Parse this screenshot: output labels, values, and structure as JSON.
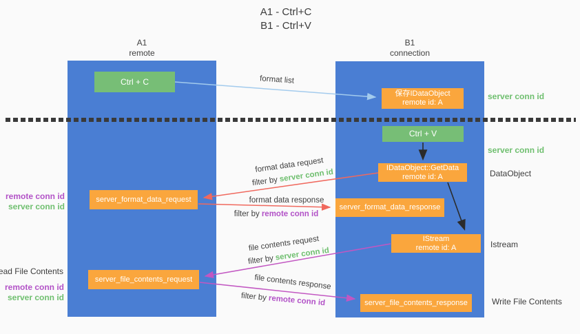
{
  "title": {
    "line1": "A1 - Ctrl+C",
    "line2": "B1 - Ctrl+V"
  },
  "columns": {
    "a": {
      "name": "A1",
      "role": "remote"
    },
    "b": {
      "name": "B1",
      "role": "connection"
    }
  },
  "boxes": {
    "ctrl_c": {
      "label": "Ctrl + C"
    },
    "ctrl_v": {
      "label": "Ctrl + V"
    },
    "save_idataobject": {
      "line1": "保存IDataObject",
      "line2": "remote id: A"
    },
    "idataobject_getdata": {
      "line1": "IDataObject::GetData",
      "line2": "remote id: A"
    },
    "istream": {
      "line1": "IStream",
      "line2": "remote id: A"
    },
    "server_format_data_request": {
      "label": "server_format_data_request"
    },
    "server_format_data_response": {
      "label": "server_format_data_response"
    },
    "server_file_contents_request": {
      "label": "server_file_contents_request"
    },
    "server_file_contents_response": {
      "label": "server_file_contents_response"
    }
  },
  "arrow_labels": {
    "format_list": "format list",
    "format_data_request": "format data request",
    "format_data_response": "format data response",
    "file_contents_request": "file contents request",
    "file_contents_response": "file contents response",
    "filter_by": "filter by",
    "server_conn_id": "server conn id",
    "remote_conn_id": "remote conn id"
  },
  "side_labels": {
    "server_conn_id_top": "server conn id",
    "server_conn_id_mid": "server conn id",
    "dataobject": "DataObject",
    "istream": "Istream",
    "write_file_contents": "Write File Contents",
    "read_file_contents": "Read File Contents",
    "remote_conn_id_format": "remote conn id",
    "server_conn_id_format": "server conn id",
    "remote_conn_id_file": "remote conn id",
    "server_conn_id_file": "server conn id"
  },
  "colors": {
    "lane_blue": "#4a7ed3",
    "box_green": "#77be76",
    "box_orange": "#faa63d",
    "arrow_light_blue": "#a3cbed",
    "arrow_salmon": "#f0695e",
    "arrow_magenta": "#c257c2",
    "arrow_black": "#2b2b2b",
    "text_green": "#6fbf6f",
    "text_purple": "#b252c7",
    "text_dark": "#3f3f3f"
  }
}
